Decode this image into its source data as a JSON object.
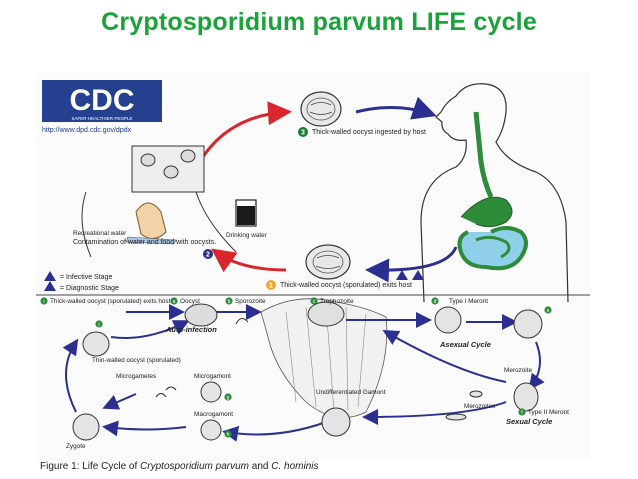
{
  "title": "Cryptosporidium parvum LIFE cycle",
  "logo": {
    "text": "CDC",
    "tagline": "SAFER·HEALTHIER·PEOPLE",
    "url": "http://www.dpd.cdc.gov/dpdx"
  },
  "top_cycle": {
    "step1": {
      "num": "1",
      "label": "Thick-walled oocyst (sporulated) exits host"
    },
    "step2": {
      "num": "2",
      "label": "Contamination of water and food with oocysts."
    },
    "step3": {
      "num": "3",
      "label": "Thick-walled oocyst ingested by host"
    },
    "recreational": "Recreational water",
    "drinking": "Drinking water",
    "legend_infective": "= Infective Stage",
    "legend_diagnostic": "= Diagnostic Stage"
  },
  "bottom_cycle": {
    "stages": [
      {
        "letter": "i",
        "label": "Thick-walled oocyst (sporulated) exits host"
      },
      {
        "letter": "a",
        "label": "Oocyst"
      },
      {
        "letter": "b",
        "label": "Sporozoite"
      },
      {
        "letter": "c",
        "label": "Trophozoite"
      },
      {
        "letter": "d",
        "label": "Type I Meront"
      },
      {
        "letter": "e",
        "label": ""
      },
      {
        "letter": "f",
        "label": "Type II Meront"
      },
      {
        "letter": "g",
        "label": "Microgamont"
      },
      {
        "letter": "h",
        "label": "Macrogamont"
      },
      {
        "letter": "j",
        "label": "Thin-walled oocyst (sporulated)"
      }
    ],
    "auto_infection": "Auto-infection",
    "asexual_cycle": "Asexual Cycle",
    "sexual_cycle": "Sexual Cycle",
    "merozoite": "Merozoite",
    "merozoites": "Merozoites",
    "microgametes": "Microgametes",
    "undiff": "Undifferentiated Gamont",
    "zygote": "Zygote"
  },
  "caption": {
    "prefix": "Figure 1: Life Cycle of ",
    "species1": "Cryptosporidium parvum",
    "middle": " and ",
    "species2": "C. hominis"
  },
  "colors": {
    "title": "#1aa33a",
    "arrow_blue": "#2b2f8f",
    "arrow_red": "#d9262c",
    "gut_green": "#2e8b3a",
    "badge_yellow": "#f0a830"
  }
}
